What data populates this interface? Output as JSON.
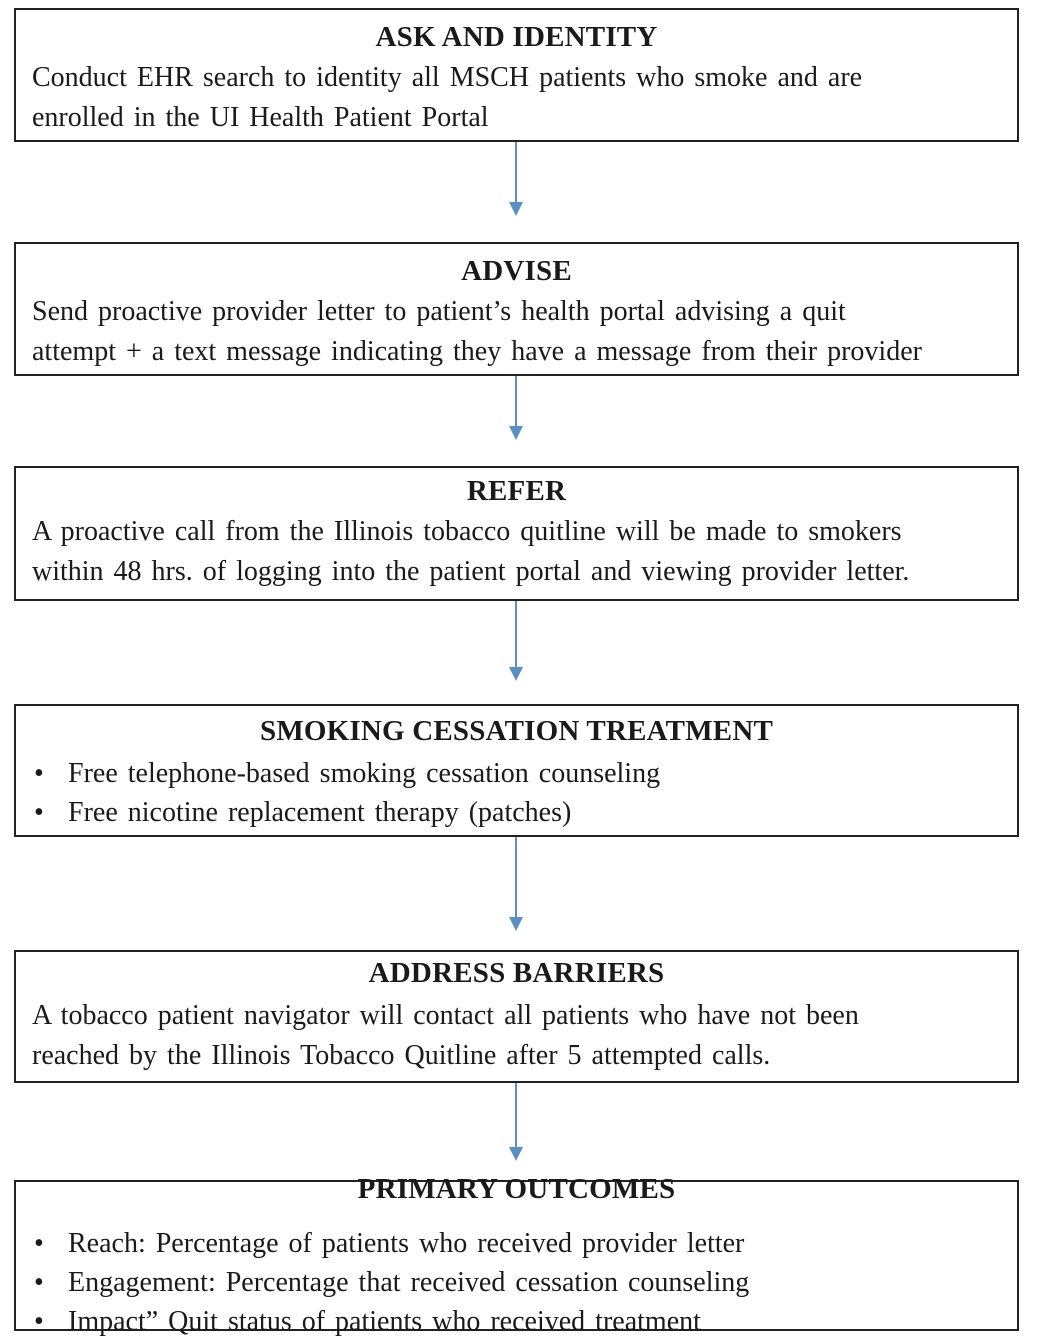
{
  "boxes": [
    {
      "title": "ASK AND IDENTITY",
      "lines": [
        "Conduct EHR search to identity all MSCH patients who smoke and are",
        "enrolled in the UI Health Patient Portal"
      ]
    },
    {
      "title": "ADVISE",
      "lines": [
        "Send proactive provider letter to patient’s health portal advising a quit",
        "attempt + a text message indicating they have a message from their provider"
      ]
    },
    {
      "title": "REFER",
      "lines": [
        "A proactive call from the Illinois tobacco quitline will be made to smokers",
        "within 48 hrs. of logging into the patient portal and viewing provider letter."
      ]
    },
    {
      "title": "SMOKING CESSATION TREATMENT",
      "bullets": [
        "Free telephone-based smoking cessation counseling",
        "Free nicotine replacement therapy (patches)"
      ]
    },
    {
      "title": "ADDRESS BARRIERS",
      "lines": [
        "A tobacco patient navigator will contact all patients who have not been",
        "reached by the Illinois Tobacco Quitline after 5 attempted calls."
      ]
    },
    {
      "title": "PRIMARY OUTCOMES",
      "bullets": [
        "Reach: Percentage of patients who received provider letter",
        "Engagement: Percentage that received cessation counseling",
        "Impact” Quit status of patients who received treatment"
      ]
    }
  ],
  "bullet_symbol": "•",
  "colors": {
    "border": "#222222",
    "arrow": "#5b8fc0",
    "text": "#1a1a1a"
  }
}
